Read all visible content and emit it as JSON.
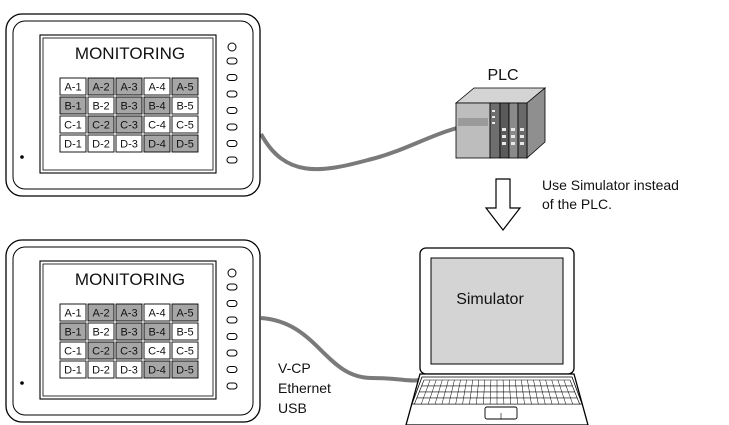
{
  "hmi_top": {
    "title": "MONITORING",
    "grid": [
      [
        {
          "t": "A-1",
          "on": false
        },
        {
          "t": "A-2",
          "on": true
        },
        {
          "t": "A-3",
          "on": true
        },
        {
          "t": "A-4",
          "on": false
        },
        {
          "t": "A-5",
          "on": true
        }
      ],
      [
        {
          "t": "B-1",
          "on": true
        },
        {
          "t": "B-2",
          "on": false
        },
        {
          "t": "B-3",
          "on": true
        },
        {
          "t": "B-4",
          "on": true
        },
        {
          "t": "B-5",
          "on": false
        }
      ],
      [
        {
          "t": "C-1",
          "on": false
        },
        {
          "t": "C-2",
          "on": true
        },
        {
          "t": "C-3",
          "on": true
        },
        {
          "t": "C-4",
          "on": false
        },
        {
          "t": "C-5",
          "on": false
        }
      ],
      [
        {
          "t": "D-1",
          "on": false
        },
        {
          "t": "D-2",
          "on": false
        },
        {
          "t": "D-3",
          "on": false
        },
        {
          "t": "D-4",
          "on": true
        },
        {
          "t": "D-5",
          "on": true
        }
      ]
    ]
  },
  "hmi_bottom": {
    "title": "MONITORING",
    "grid": [
      [
        {
          "t": "A-1",
          "on": false
        },
        {
          "t": "A-2",
          "on": true
        },
        {
          "t": "A-3",
          "on": true
        },
        {
          "t": "A-4",
          "on": false
        },
        {
          "t": "A-5",
          "on": true
        }
      ],
      [
        {
          "t": "B-1",
          "on": true
        },
        {
          "t": "B-2",
          "on": false
        },
        {
          "t": "B-3",
          "on": true
        },
        {
          "t": "B-4",
          "on": true
        },
        {
          "t": "B-5",
          "on": false
        }
      ],
      [
        {
          "t": "C-1",
          "on": false
        },
        {
          "t": "C-2",
          "on": true
        },
        {
          "t": "C-3",
          "on": true
        },
        {
          "t": "C-4",
          "on": false
        },
        {
          "t": "C-5",
          "on": false
        }
      ],
      [
        {
          "t": "D-1",
          "on": false
        },
        {
          "t": "D-2",
          "on": false
        },
        {
          "t": "D-3",
          "on": false
        },
        {
          "t": "D-4",
          "on": true
        },
        {
          "t": "D-5",
          "on": true
        }
      ]
    ]
  },
  "plc": {
    "label": "PLC"
  },
  "note": {
    "line1": "Use Simulator instead",
    "line2": "of the PLC."
  },
  "laptop": {
    "screen_label": "Simulator"
  },
  "connection": {
    "line1": "V-CP",
    "line2": "Ethernet",
    "line3": "USB"
  },
  "colors": {
    "cell_on": "#a6a6a6",
    "cell_off": "#ffffff",
    "cable": "#7a7a7a",
    "plc_body": "#b8b8b8"
  }
}
